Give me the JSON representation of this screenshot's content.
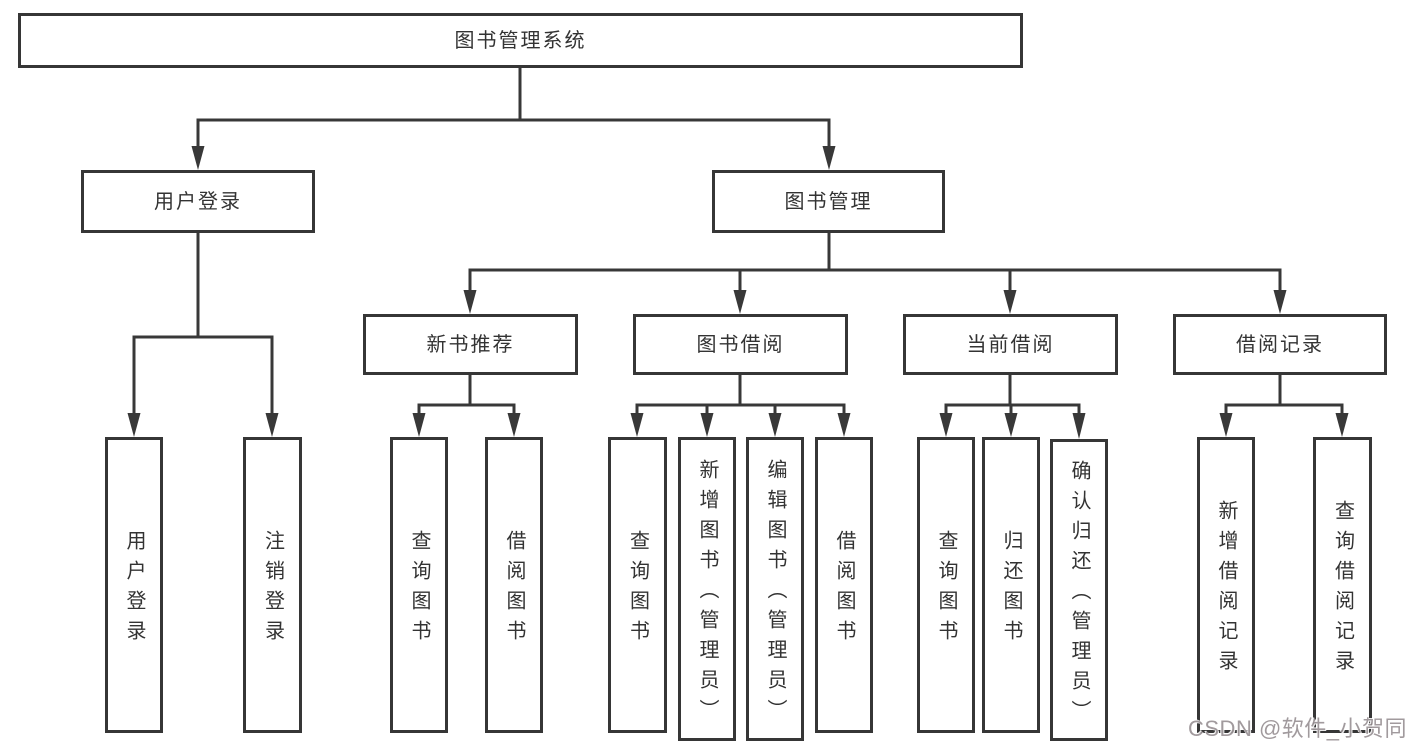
{
  "tree": {
    "root": {
      "label": "图书管理系统"
    },
    "branches": [
      {
        "label": "用户登录",
        "children": [
          {
            "label": "用户登录"
          },
          {
            "label": "注销登录"
          }
        ]
      },
      {
        "label": "图书管理",
        "children": [
          {
            "label": "新书推荐",
            "children": [
              {
                "label": "查询图书"
              },
              {
                "label": "借阅图书"
              }
            ]
          },
          {
            "label": "图书借阅",
            "children": [
              {
                "label": "查询图书"
              },
              {
                "label": "新增图书（管理员）"
              },
              {
                "label": "编辑图书（管理员）"
              },
              {
                "label": "借阅图书"
              }
            ]
          },
          {
            "label": "当前借阅",
            "children": [
              {
                "label": "查询图书"
              },
              {
                "label": "归还图书"
              },
              {
                "label": "确认归还（管理员）"
              }
            ]
          },
          {
            "label": "借阅记录",
            "children": [
              {
                "label": "新增借阅记录"
              },
              {
                "label": "查询借阅记录"
              }
            ]
          }
        ]
      }
    ]
  },
  "watermark": {
    "text": "CSDN @软件_小贺同学"
  },
  "colors": {
    "line": "#383838",
    "box_border": "#363636",
    "text": "#333333",
    "background": "#ffffff",
    "watermark": "#948c90"
  }
}
